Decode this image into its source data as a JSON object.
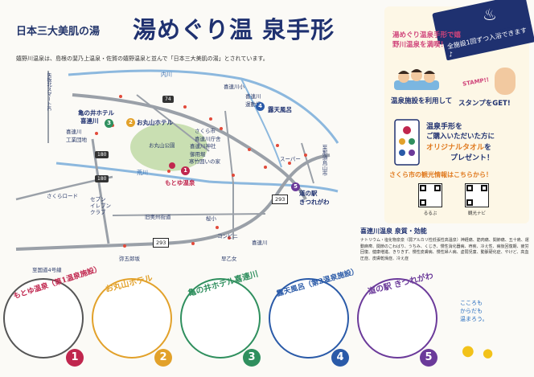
{
  "header": {
    "subtitle": "日本三大美肌の湯",
    "title": "湯めぐり温 泉手形",
    "intro": "嬉野川温泉は、島根の斐乃上温泉・佐賀の嬉野温泉と並んで「日本三大美肌の湯」とされています。"
  },
  "panel": {
    "banner": "全施設1回ずつ入浴できます♪",
    "promo": "湯めぐり温泉手形で嬉野川温泉を満喫！",
    "step1": "温泉施設を利用して",
    "step2": "スタンプをGET!",
    "stamp_label": "STAMP!!",
    "offer_line1": "温泉手形を",
    "offer_line2": "ご購入いただいた方に",
    "offer_highlight": "オリジナルタオル",
    "offer_line3": "を",
    "offer_line4": "プレゼント！",
    "link": "さくら市の観光情報はこちらから！",
    "qr_captions": [
      "るるぶ",
      "観光ナビ"
    ]
  },
  "map": {
    "rivers": [
      "内川",
      "荒川"
    ],
    "labels": {
      "kitsuregawa_ic": "矢板北スマートIC",
      "kamenoi_hotel": "亀の井ホテル",
      "kitsuregawa": "喜連川",
      "okarayama_hotel": "お丸山ホテル",
      "kitsuregawa_school": "喜連川小",
      "undoujo": "喜連川\n運動場",
      "kogyo_danchi": "喜連川\n工業団地",
      "sakuragaoka": "さくら市\n喜連川庁舎",
      "jinja": "喜連川神社\n御用堀",
      "okarayama_park": "お丸山公園",
      "okarayama_park_area": "お丸山公園",
      "honkaku": "寒竹囲いの家",
      "rotenburo": "露天風呂",
      "super": "スーパー",
      "kitsuregawa_shi": "至那須烏山市",
      "moyoro_onsen": "もとゆ温泉",
      "michinoeki": "道の駅\nきつれがわ",
      "sakura_road": "さくらロード",
      "seven": "セブン\nイレブン\nクラブ",
      "old_road": "旧奥州街道",
      "sakura_school": "桜小",
      "kaido": "喜連川",
      "convenience": "コンビニ",
      "yasaka": "弥五郎坂",
      "hayaotome": "早乙女",
      "national_road": "至国道4号線",
      "kamenoi_onsen": "亀の井ホテル\n喜連川"
    },
    "roads": [
      "74",
      "180",
      "180",
      "293",
      "293"
    ],
    "stops": [
      {
        "num": "1",
        "color": "#c0264e"
      },
      {
        "num": "2",
        "color": "#e2a12a"
      },
      {
        "num": "3",
        "color": "#2f8f5e"
      },
      {
        "num": "4",
        "color": "#2a5aa8"
      },
      {
        "num": "5",
        "color": "#6b3a9a"
      }
    ]
  },
  "info": {
    "title": "喜連川温泉 泉質・効能",
    "body": "ナトリウム・塩化物泉泉（弱アルカリ性低張性高温泉）神経痛、筋肉痛、関節痛、五十肩、運動麻痺、関節のこわばり、うちみ、くじき、慢性消化器病、痔疾、冷え性、病後回復期、疲労回復、健康増進、きりきず、慢性皮膚病、慢性婦人病、虚弱児童、動脈硬化症、やけど、高血圧症、皮膚乾燥症、冷え症"
  },
  "cards": [
    {
      "label": "もとゆ温泉（第1温泉施設）",
      "num": "1",
      "color": "#c0264e"
    },
    {
      "label": "お丸山ホテル",
      "num": "2",
      "color": "#e2a12a"
    },
    {
      "label": "亀の井ホテル喜連川",
      "num": "3",
      "color": "#2f8f5e"
    },
    {
      "label": "露天風呂（第2温泉施設）",
      "num": "4",
      "color": "#2a5aa8"
    },
    {
      "label": "道の駅 きつれがわ",
      "num": "5",
      "color": "#6b3a9a"
    }
  ],
  "cta": "こころも\nからだも\n温まろう。"
}
